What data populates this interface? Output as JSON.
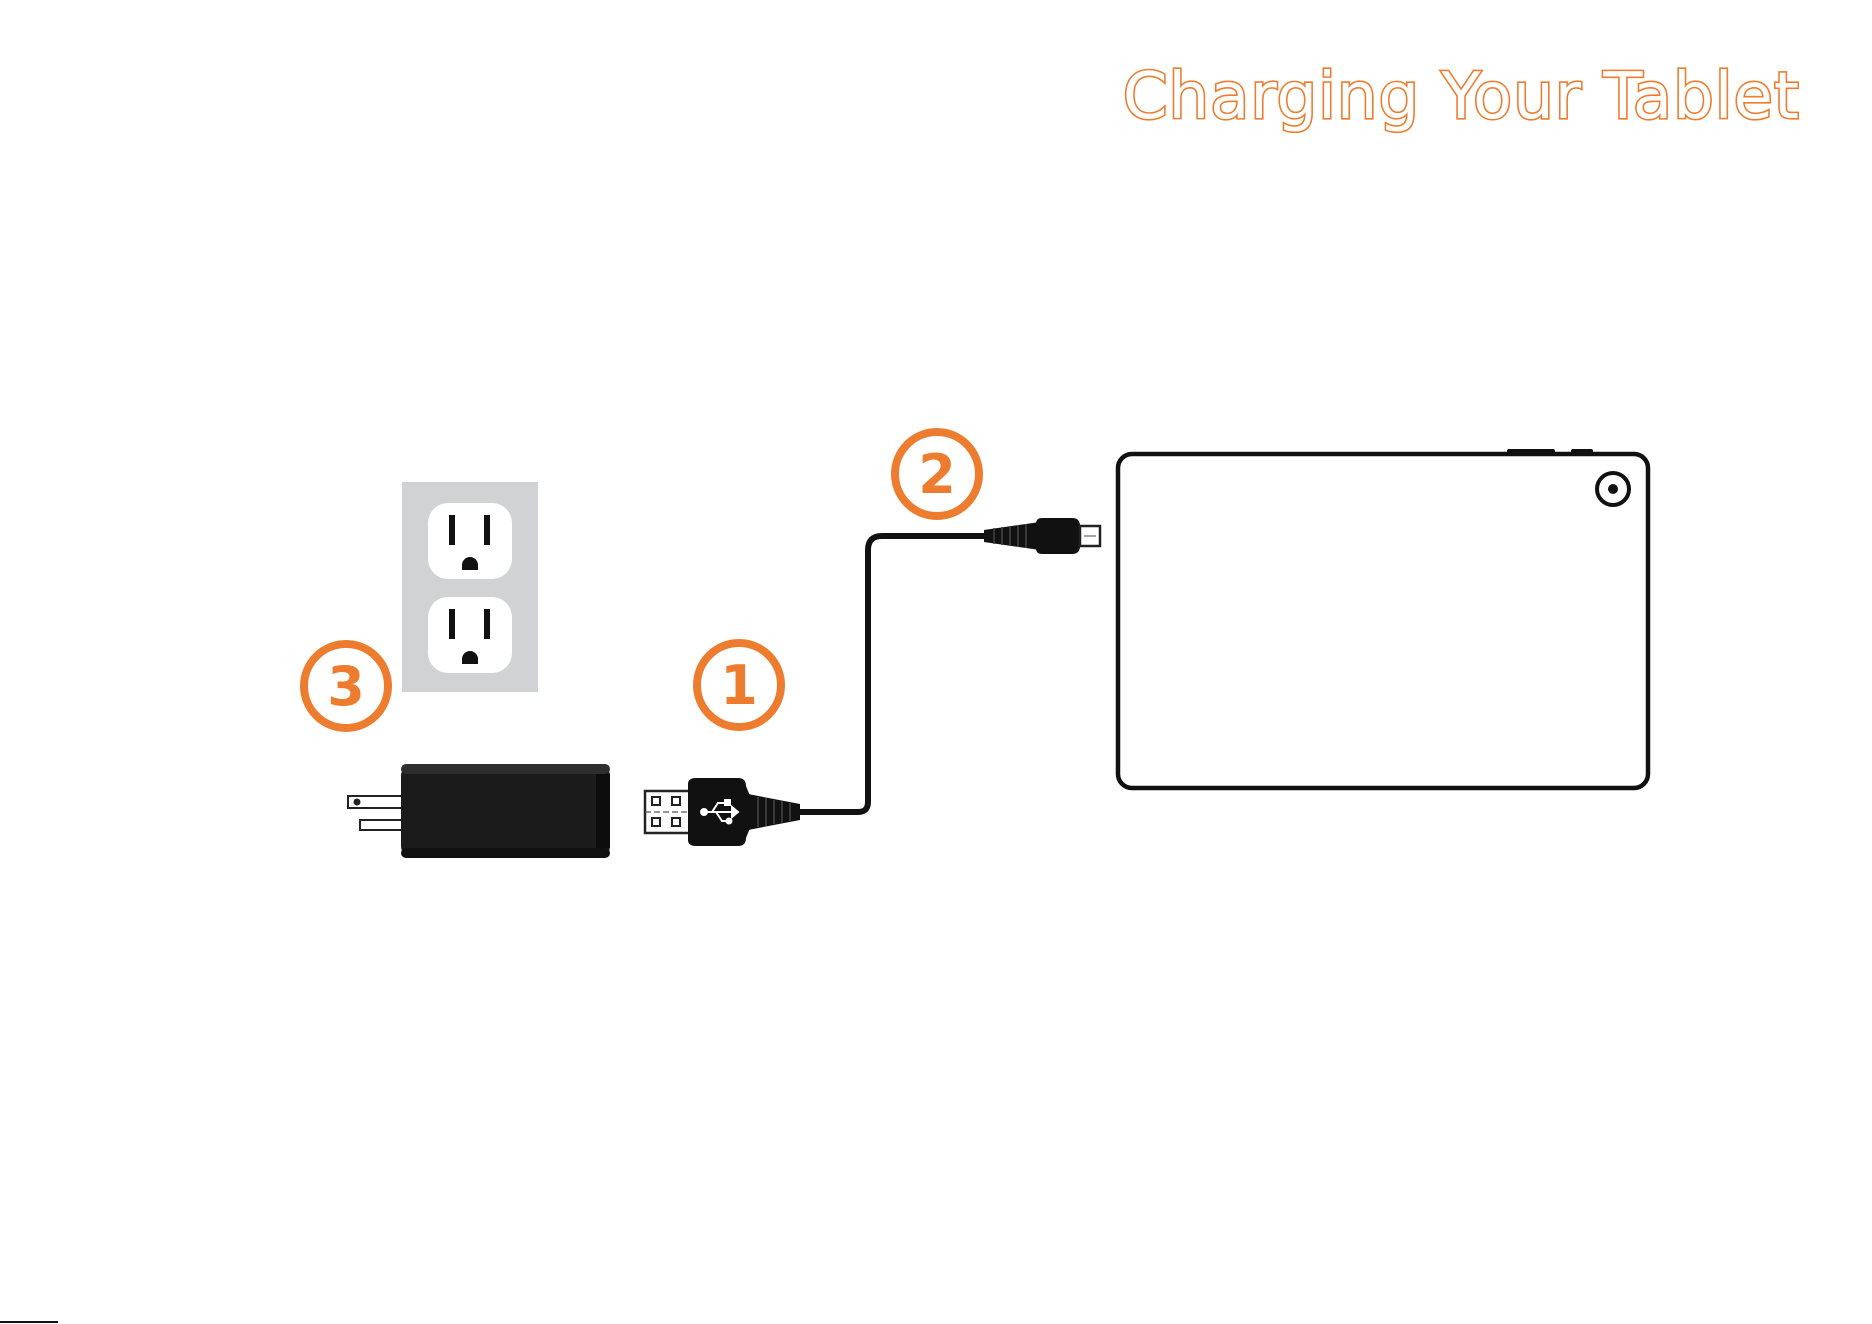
{
  "title": "Charging Your Tablet",
  "colors": {
    "accent": "#ee7c2f",
    "outlet_plate": "#d1d2d4",
    "device_dark": "#1a1a1a",
    "outline": "#111111"
  },
  "steps": [
    {
      "number": "1",
      "icon": "usb-plug-icon"
    },
    {
      "number": "2",
      "icon": "micro-usb-plug-icon"
    },
    {
      "number": "3",
      "icon": "wall-adapter-icon"
    }
  ],
  "icons": {
    "outlet": "wall-outlet-icon",
    "adapter": "wall-adapter-icon",
    "cable": "usb-cable-icon",
    "tablet": "tablet-icon",
    "camera": "camera-icon",
    "usb_symbol": "usb-symbol-icon"
  }
}
